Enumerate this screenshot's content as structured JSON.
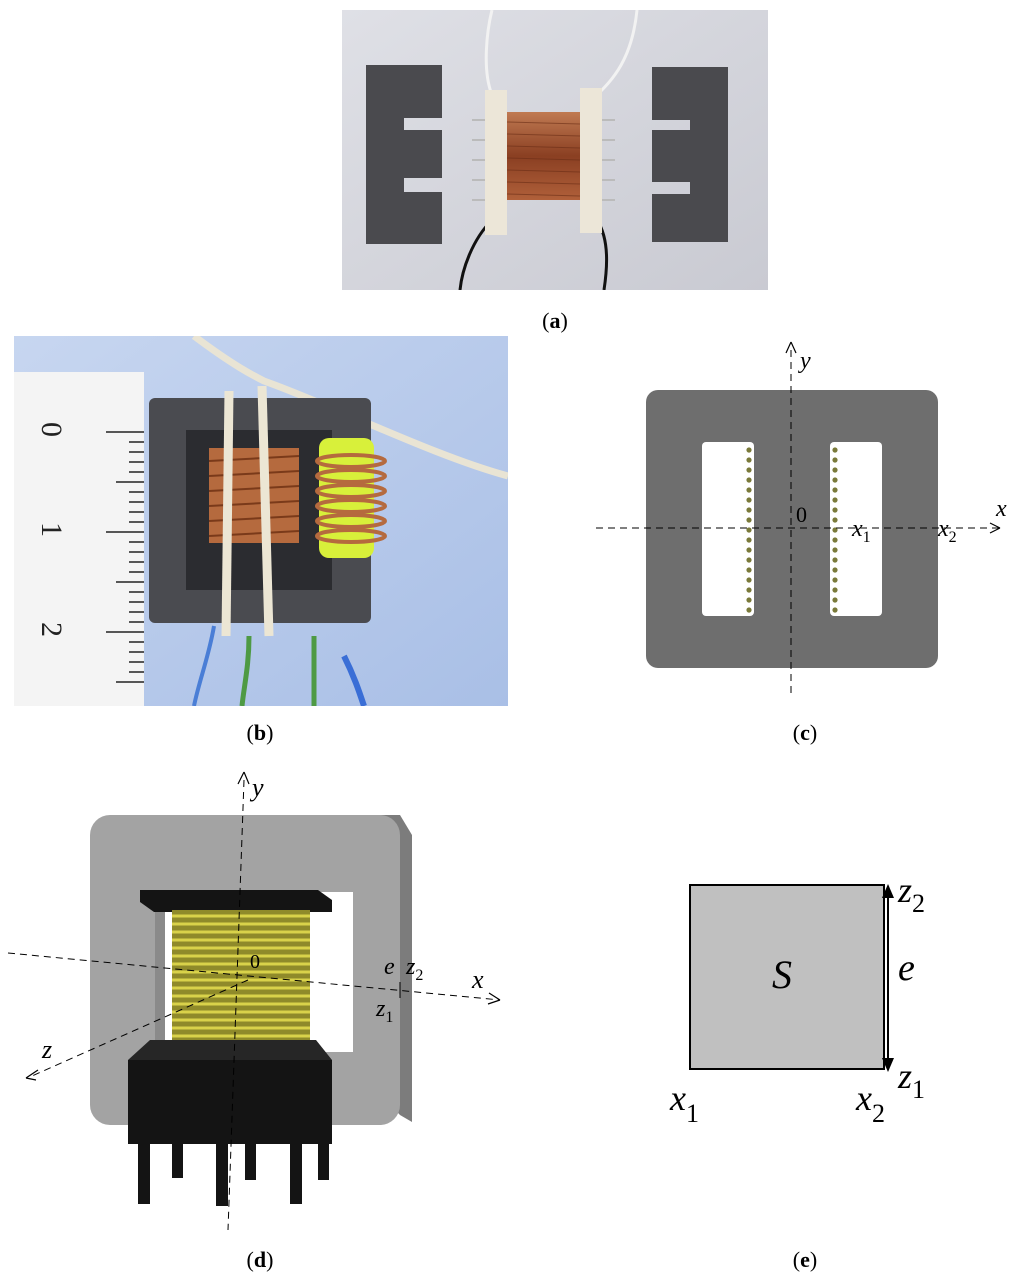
{
  "panels": {
    "a": {
      "caption_letter": "a"
    },
    "b": {
      "caption_letter": "b",
      "ruler_labels": [
        "0",
        "1",
        "2"
      ]
    },
    "c": {
      "caption_letter": "c",
      "axis_x": "x",
      "axis_y": "y",
      "origin": "0",
      "x1": "x",
      "x1_sub": "1",
      "x2": "x",
      "x2_sub": "2"
    },
    "d": {
      "caption_letter": "d",
      "axis_x": "x",
      "axis_y": "y",
      "axis_z": "z",
      "origin": "0",
      "e": "e",
      "z2": "z",
      "z2_sub": "2",
      "z1": "z",
      "z1_sub": "1"
    },
    "e": {
      "caption_letter": "e",
      "area": "S",
      "thickness": "e",
      "z2": "z",
      "z2_sub": "2",
      "z1": "z",
      "z1_sub": "1",
      "x1": "x",
      "x1_sub": "1",
      "x2": "x",
      "x2_sub": "2"
    }
  },
  "colors": {
    "ferrite": "#4a4a4c",
    "core_grey": "#6e6e6e",
    "copper": "#b0603a",
    "winding_dot": "#7a7a3a",
    "yellow_tape": "#d8f03a",
    "core3d": "#a3a3a3",
    "coil3d": "#c9c23a",
    "bobbin3d": "#141414",
    "section": "#c0c0c0"
  }
}
